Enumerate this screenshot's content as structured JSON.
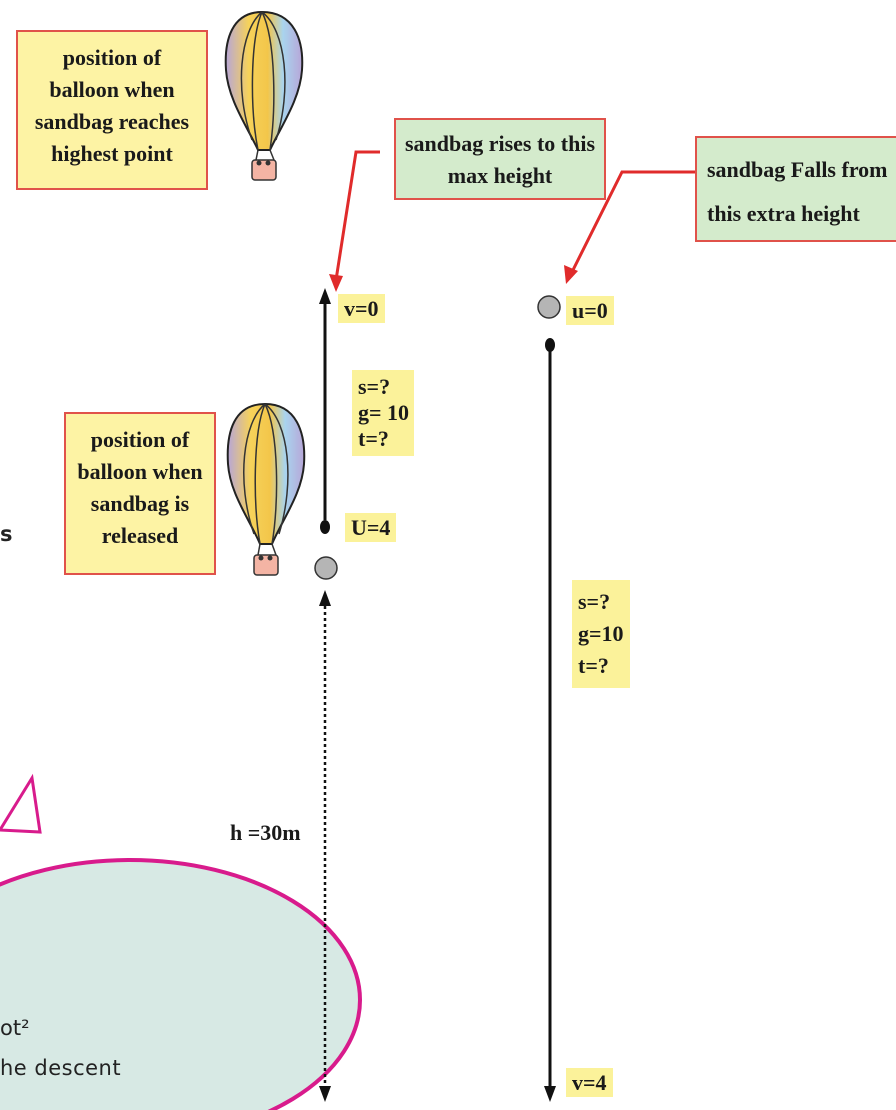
{
  "labels": {
    "balloon_top": [
      "position of",
      "balloon when",
      "sandbag reaches",
      "highest point"
    ],
    "balloon_bottom": [
      "position of",
      "balloon when",
      "sandbag is",
      "released"
    ],
    "rise_note": [
      "sandbag rises to this",
      "max height"
    ],
    "fall_note": [
      "sandbag Falls from",
      "this extra height"
    ]
  },
  "rise": {
    "top_value": "v=0",
    "params": [
      "s=?",
      "g= 10",
      "t=?"
    ],
    "start_value": "U=4"
  },
  "fall": {
    "top_value": "u=0",
    "params": [
      "s=?",
      "g=10",
      "t=?"
    ],
    "end_value": "v=4"
  },
  "height_label": "h =30m",
  "partial_text": {
    "edge_s": "s",
    "formula": "ot²",
    "descent": "he descent"
  },
  "colors": {
    "note_yellow": "#fdf3a4",
    "note_green": "#d4ebcc",
    "border_red": "#e0524a",
    "bubble_fill": "#d7e9e4",
    "bubble_border": "#d81b8c"
  }
}
